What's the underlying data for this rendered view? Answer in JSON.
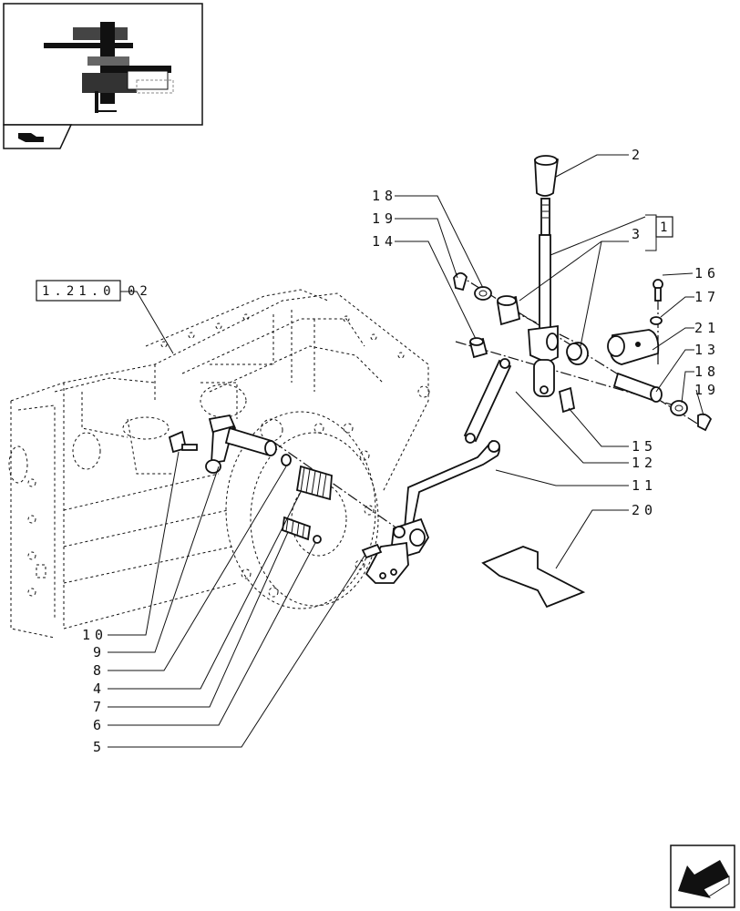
{
  "reference_box": "1.21.0 02",
  "group_box": "1",
  "callouts": {
    "c1": "1",
    "c2": "2",
    "c3": "3",
    "c4": "4",
    "c5": "5",
    "c6": "6",
    "c7": "7",
    "c8": "8",
    "c9": "9",
    "c10": "10",
    "c11": "11",
    "c12": "12",
    "c13": "13",
    "c14": "14",
    "c15": "15",
    "c16": "16",
    "c17": "17",
    "c18a": "18",
    "c18b": "18",
    "c19a": "19",
    "c19b": "19",
    "c20": "20",
    "c21": "21"
  }
}
